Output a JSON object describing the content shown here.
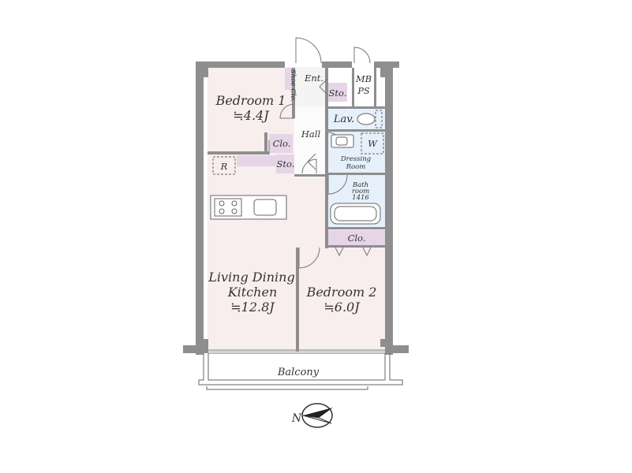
{
  "rooms": {
    "bedroom1": {
      "name": "Bedroom 1",
      "area": "≒4.4J"
    },
    "ldk": {
      "name_line1": "Living Dining",
      "name_line2": "Kitchen",
      "area": "≒12.8J"
    },
    "bedroom2": {
      "name": "Bedroom 2",
      "area": "≒6.0J"
    },
    "hall": "Hall",
    "entrance": "Ent.",
    "mb": "MB",
    "ps": "PS",
    "shoe_closet": "Shoe Clo.",
    "storage_entrance": "Sto.",
    "lavatory": "Lav.",
    "closet_hall": "Clo.",
    "storage_hall": "Sto.",
    "dressing_room_line1": "Dressing",
    "dressing_room_line2": "Room",
    "washer": "W",
    "bath_line1": "Bath",
    "bath_line2": "room",
    "bath_size": "1416",
    "closet_bedroom2": "Clo.",
    "refrigerator": "R",
    "balcony": "Balcony"
  },
  "colors": {
    "room_fill": "#f8eeee",
    "wet_fill": "#e5f0fa",
    "closet_fill": "#e6d5e6",
    "wall": "#8e8e8e"
  },
  "compass": {
    "label": "N",
    "icon": "north-arrow-icon"
  }
}
